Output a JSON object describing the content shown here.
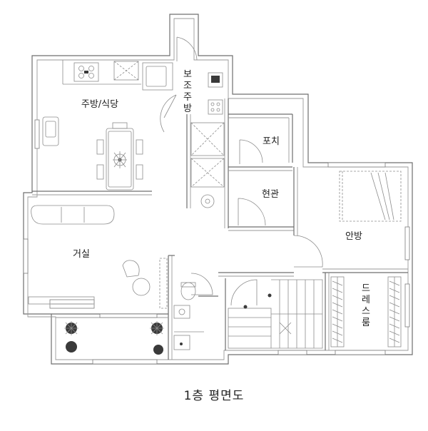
{
  "rooms": {
    "kitchen_dining": "주방/식당",
    "utility_kitchen_chars": [
      "보",
      "조",
      "주",
      "방"
    ],
    "porch": "포치",
    "entrance": "현관",
    "master_bedroom": "안방",
    "living_room": "거실",
    "dressing_room_chars": [
      "드",
      "레",
      "스",
      "룸"
    ]
  },
  "caption": "1층 평면도"
}
